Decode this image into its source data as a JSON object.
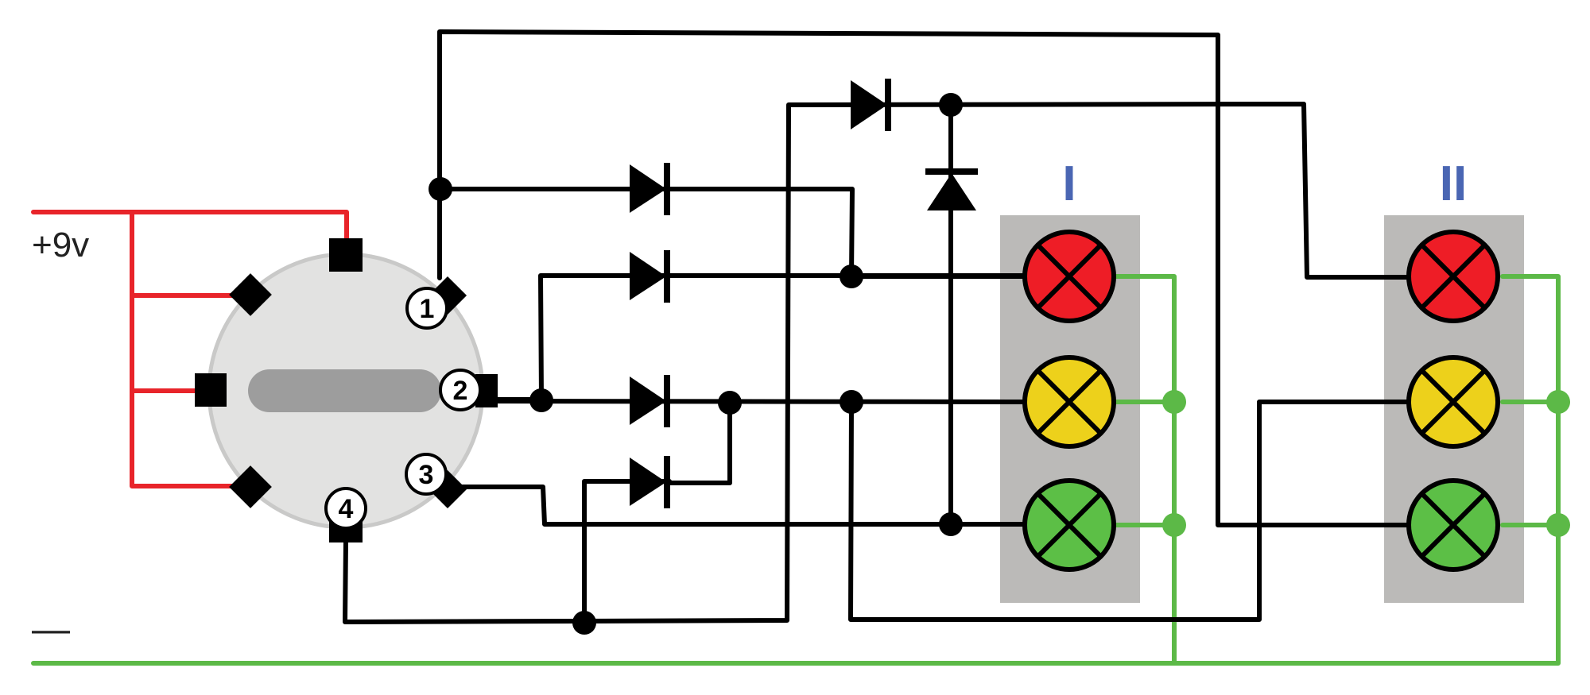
{
  "supply": {
    "positive_label": "+9v",
    "negative_label": "—"
  },
  "switch": {
    "positions": [
      "1",
      "2",
      "3",
      "4"
    ]
  },
  "signals": [
    {
      "label": "I",
      "lamps": [
        "red",
        "yellow",
        "green"
      ]
    },
    {
      "label": "II",
      "lamps": [
        "red",
        "yellow",
        "green"
      ]
    }
  ],
  "colors": {
    "positive_wire": "#e8242a",
    "ground_wire": "#5cb947",
    "signal_wire": "#000000",
    "lamp_red": "#ee1d26",
    "lamp_yellow": "#edd11b",
    "lamp_green": "#5cbf46",
    "signal_panel": "#bbbab8",
    "signal_label": "#4a66b3",
    "switch_body": "#e2e2e1",
    "switch_slot": "#9d9d9d"
  }
}
